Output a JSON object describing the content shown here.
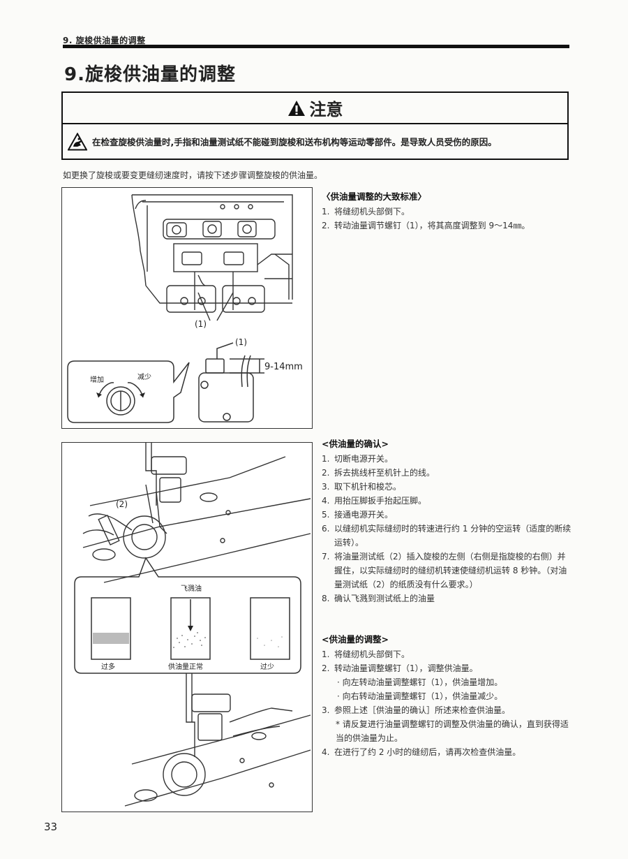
{
  "running_header": "9. 旋梭供油量的调整",
  "title": "9.旋梭供油量的调整",
  "caution": {
    "heading": "注意",
    "text": "在检查旋梭供油量时,手指和油量测试纸不能碰到旋梭和送布机构等运动零部件。是导致人员受伤的原因。"
  },
  "intro": "如更换了旋梭或要变更缝纫速度时，请按下述步骤调整旋梭的供油量。",
  "fig1": {
    "callout_top": "(1)",
    "callout_mid": "(1)",
    "dimension": "9-14mm",
    "increase": "增加",
    "decrease": "减少"
  },
  "fig2": {
    "callout": "(2)",
    "splash": "飞溅油",
    "too_much": "过多",
    "proper": "供油量正常",
    "too_little": "过少"
  },
  "standard": {
    "heading": "〈供油量调整的大致标准〉",
    "items": [
      {
        "num": "1.",
        "text": "将缝纫机头部倒下。"
      },
      {
        "num": "2.",
        "text": "转动油量调节螺钉（1），将其高度调整到 9～14㎜。"
      }
    ]
  },
  "confirm": {
    "heading": "<供油量的确认>",
    "items": [
      {
        "num": "1.",
        "text": "切断电源开关。"
      },
      {
        "num": "2.",
        "text": "拆去挑线杆至机针上的线。"
      },
      {
        "num": "3.",
        "text": "取下机针和梭芯。"
      },
      {
        "num": "4.",
        "text": "用抬压脚扳手抬起压脚。"
      },
      {
        "num": "5.",
        "text": "接通电源开关。"
      },
      {
        "num": "6.",
        "text": "以缝纫机实际缝纫时的转速进行约 1 分钟的空运转（适度的断续运转）。"
      },
      {
        "num": "7.",
        "text": "将油量测试纸（2）插入旋梭的左侧（右侧是指旋梭的右侧）并握住，以实际缝纫时的缝纫机转速使缝纫机运转 8 秒钟。（对油量测试纸（2）的纸质没有什么要求。）"
      },
      {
        "num": "8.",
        "text": "确认飞溅到测试纸上的油量"
      }
    ]
  },
  "adjust": {
    "heading": "<供油量的调整>",
    "items": [
      {
        "num": "1.",
        "text": "将缝纫机头部倒下。"
      },
      {
        "num": "2.",
        "text": "转动油量调整螺钉（1），调整供油量。"
      }
    ],
    "bullets": [
      "· 向左转动油量调整螺钉（1），供油量增加。",
      "· 向右转动油量调整螺钉（1），供油量减少。"
    ],
    "item3": {
      "num": "3.",
      "text": "参照上述［供油量的确认］所述来检查供油量。"
    },
    "note": "* 请反复进行油量调整螺钉的调整及供油量的确认，直到获得适当的供油量为止。",
    "item4": {
      "num": "4.",
      "text": "在进行了约 2 小时的缝纫后，请再次检查供油量。"
    }
  },
  "page_number": "33"
}
